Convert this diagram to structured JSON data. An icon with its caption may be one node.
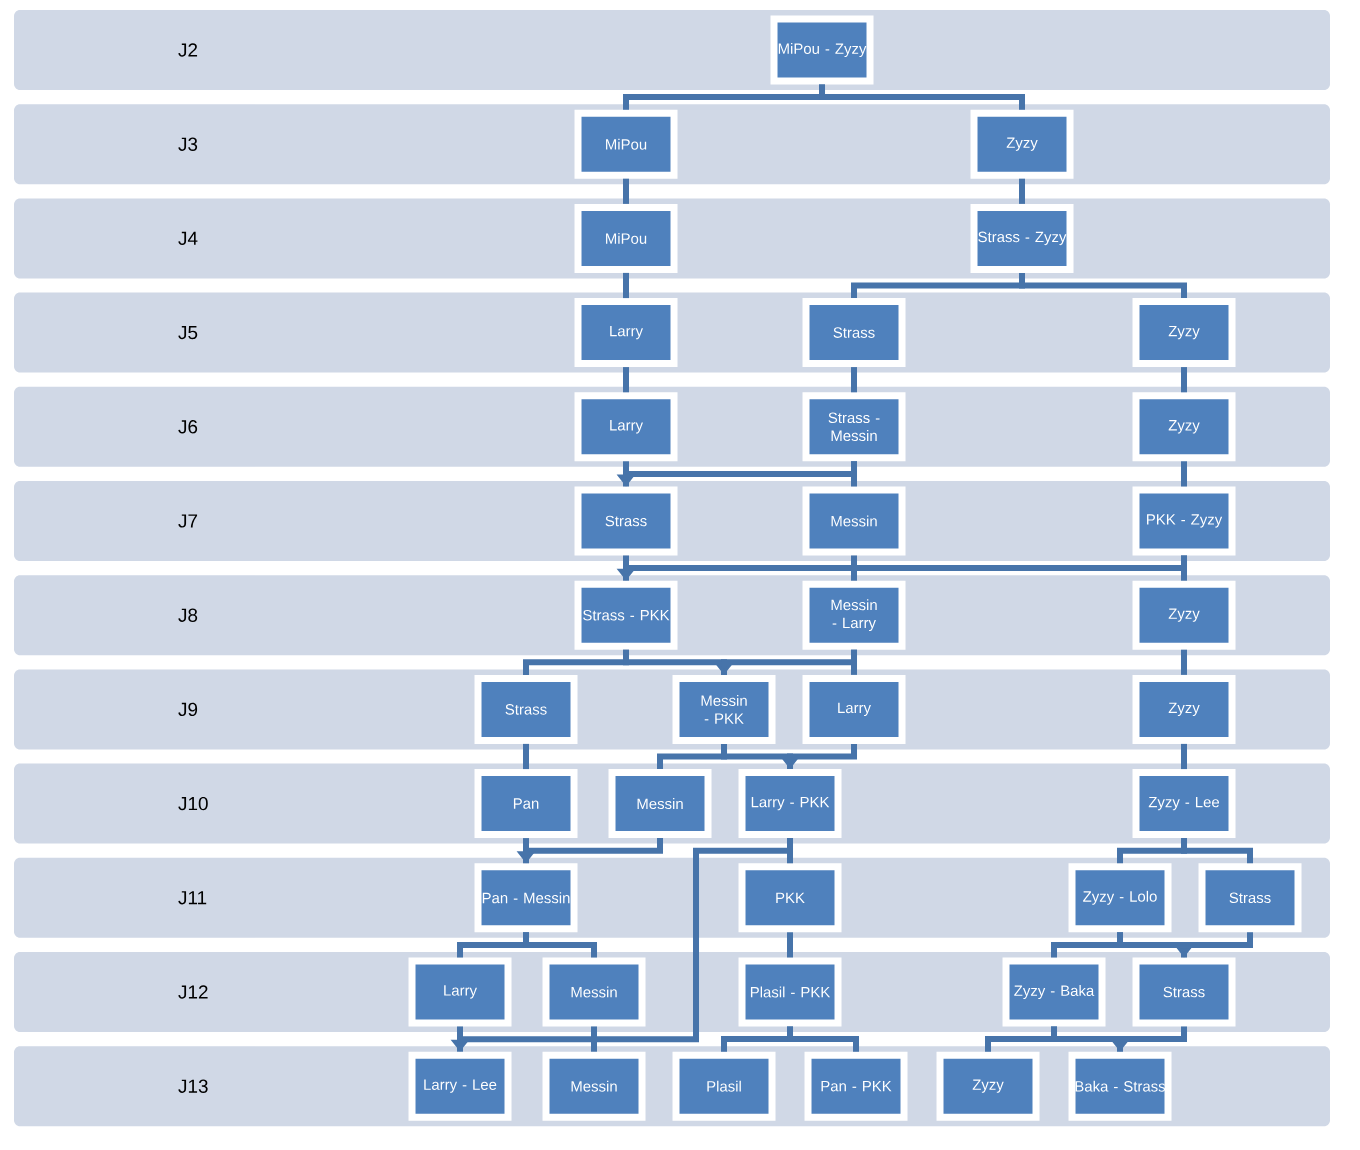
{
  "diagram": {
    "nodes": [
      {
        "text": [
          "J2"
        ]
      },
      {
        "text": [
          "MiPou - Zyzy"
        ],
        "in": 0
      },
      {
        "text": [
          "J3"
        ]
      },
      {
        "text": [
          "MiPou"
        ],
        "in": 2
      },
      {
        "text": [
          "Zyzy"
        ],
        "in": 2
      },
      {
        "text": [
          "J4"
        ]
      },
      {
        "text": [
          "MiPou"
        ],
        "in": 5
      },
      {
        "text": [
          "Strass - Zyzy"
        ],
        "in": 5
      },
      {
        "text": [
          "J5"
        ]
      },
      {
        "text": [
          "Larry"
        ],
        "in": 8
      },
      {
        "text": [
          "Strass"
        ],
        "in": 8
      },
      {
        "text": [
          "Zyzy"
        ],
        "in": 8
      },
      {
        "text": [
          "J6"
        ]
      },
      {
        "text": [
          "Larry"
        ],
        "in": 12
      },
      {
        "text": [
          "Strass - Messin"
        ],
        "in": 12
      },
      {
        "text": [
          "Zyzy"
        ],
        "in": 12
      },
      {
        "text": [
          "J7"
        ]
      },
      {
        "text": [
          "Strass"
        ],
        "in": 16
      },
      {
        "text": [
          "Messin"
        ],
        "in": 16
      },
      {
        "text": [
          "PKK - Zyzy"
        ],
        "in": 16
      },
      {
        "text": [
          "J8"
        ]
      },
      {
        "text": [
          "Strass - PKK"
        ],
        "in": 20
      },
      {
        "text": [
          "Messin - Larry"
        ],
        "in": 20
      },
      {
        "text": [
          "Zyzy"
        ],
        "in": 20
      },
      {
        "text": [
          "J9"
        ]
      },
      {
        "text": [
          "Strass"
        ],
        "in": 24
      },
      {
        "text": [
          "Messin - PKK"
        ],
        "in": 24
      },
      {
        "text": [
          "Larry"
        ],
        "in": 24
      },
      {
        "text": [
          "Zyzy"
        ],
        "in": 24
      },
      {
        "text": [
          "J10"
        ]
      },
      {
        "text": [
          "Pan"
        ],
        "in": 29
      },
      {
        "text": [
          "Messin"
        ],
        "in": 29
      },
      {
        "text": [
          "Larry - PKK"
        ],
        "in": 29
      },
      {
        "text": [
          "Zyzy - Lee"
        ],
        "in": 29
      },
      {
        "text": [
          "J11"
        ]
      },
      {
        "text": [
          "Pan - Messin"
        ],
        "in": 34
      },
      {
        "text": [
          "PKK"
        ],
        "in": 34
      },
      {
        "text": [
          "Zyzy - Lolo"
        ],
        "in": 34
      },
      {
        "text": [
          "Strass"
        ],
        "in": 34
      },
      {
        "text": [
          "J12"
        ]
      },
      {
        "text": [
          "Larry"
        ],
        "in": 39
      },
      {
        "text": [
          "Messin"
        ],
        "in": 39
      },
      {
        "text": [
          "Plasil - PKK"
        ],
        "in": 39
      },
      {
        "text": [
          "Zyzy - Baka"
        ],
        "in": 39
      },
      {
        "text": [
          "Strass"
        ],
        "in": 39
      },
      {
        "text": [
          "J13"
        ]
      },
      {
        "text": [
          "Larry - Lee"
        ],
        "in": 45
      },
      {
        "text": [
          "Messin"
        ],
        "in": 45
      },
      {
        "text": [
          "Plasil"
        ],
        "in": 45
      },
      {
        "text": [
          "Pan - PKK"
        ],
        "in": 45
      },
      {
        "text": [
          "Zyzy"
        ],
        "in": 45
      },
      {
        "text": [
          "Baka - Strass"
        ],
        "in": 45
      }
    ],
    "edges": [
      {
        "from": 1,
        "to": 3,
        "arrow": "none"
      },
      {
        "from": 1,
        "to": 4,
        "arrow": "none"
      },
      {
        "from": 3,
        "to": 6,
        "arrow": "none"
      },
      {
        "from": 4,
        "to": 7,
        "arrow": "none"
      },
      {
        "from": 6,
        "to": 9,
        "arrow": "none"
      },
      {
        "from": 7,
        "to": 10,
        "arrow": "none"
      },
      {
        "from": 7,
        "to": 11,
        "arrow": "none"
      },
      {
        "from": 9,
        "to": 13,
        "arrow": "none"
      },
      {
        "from": 10,
        "to": 14,
        "arrow": "none"
      },
      {
        "from": 11,
        "to": 15,
        "arrow": "none"
      },
      {
        "from": 13,
        "to": 17,
        "arrow": "none"
      },
      {
        "from": 14,
        "to": 17,
        "arrow": "to"
      },
      {
        "from": 14,
        "to": 18,
        "arrow": "none"
      },
      {
        "from": 15,
        "to": 19,
        "arrow": "none"
      },
      {
        "from": 17,
        "to": 21,
        "arrow": "none"
      },
      {
        "from": 19,
        "to": 21,
        "arrow": "to"
      },
      {
        "from": 18,
        "to": 22,
        "arrow": "none"
      },
      {
        "from": 19,
        "to": 23,
        "arrow": "none"
      },
      {
        "from": 21,
        "to": 25,
        "arrow": "none"
      },
      {
        "from": 21,
        "to": 26,
        "arrow": "none"
      },
      {
        "from": 22,
        "to": 26,
        "arrow": "to"
      },
      {
        "from": 22,
        "to": 27,
        "arrow": "none"
      },
      {
        "from": 23,
        "to": 28,
        "arrow": "none"
      },
      {
        "from": 25,
        "to": 30,
        "arrow": "none"
      },
      {
        "from": 26,
        "to": 31,
        "arrow": "none"
      },
      {
        "from": 26,
        "to": 32,
        "arrow": "none"
      },
      {
        "from": 27,
        "to": 32,
        "arrow": "to"
      },
      {
        "from": 28,
        "to": 33,
        "arrow": "none"
      },
      {
        "from": 30,
        "to": 35,
        "arrow": "none"
      },
      {
        "from": 31,
        "to": 35,
        "arrow": "to"
      },
      {
        "from": 32,
        "to": 36,
        "arrow": "none"
      },
      {
        "from": 33,
        "to": 37,
        "arrow": "none"
      },
      {
        "from": 33,
        "to": 38,
        "arrow": "none"
      },
      {
        "from": 35,
        "to": 40,
        "arrow": "none"
      },
      {
        "from": 35,
        "to": 41,
        "arrow": "none"
      },
      {
        "from": 36,
        "to": 42,
        "arrow": "none"
      },
      {
        "from": 37,
        "to": 43,
        "arrow": "none"
      },
      {
        "from": 37,
        "to": 44,
        "arrow": "none"
      },
      {
        "from": 38,
        "to": 44,
        "arrow": "to"
      },
      {
        "from": 40,
        "to": 46,
        "arrow": "none"
      },
      {
        "from": 32,
        "to": 46,
        "arrow": "to"
      },
      {
        "from": 41,
        "to": 47,
        "arrow": "none"
      },
      {
        "from": 42,
        "to": 48,
        "arrow": "none"
      },
      {
        "from": 42,
        "to": 49,
        "arrow": "none"
      },
      {
        "from": 43,
        "to": 50,
        "arrow": "none"
      },
      {
        "from": 43,
        "to": 51,
        "arrow": "none"
      },
      {
        "from": 44,
        "to": 51,
        "arrow": "to"
      }
    ]
  }
}
